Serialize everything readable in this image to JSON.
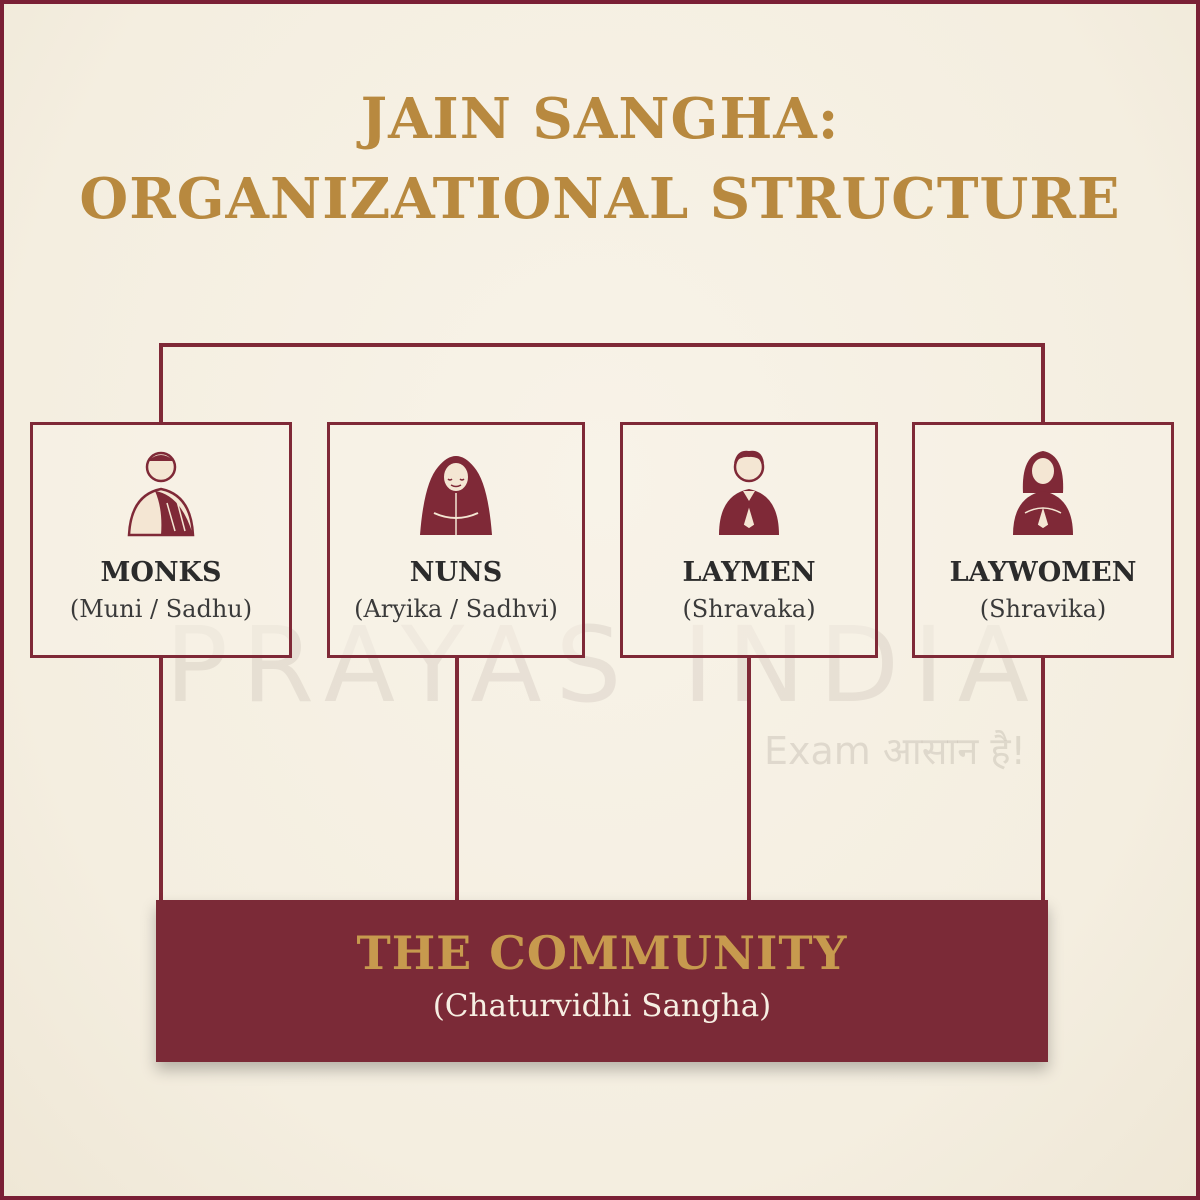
{
  "title": {
    "line1": "JAIN SANGHA:",
    "line2": "ORGANIZATIONAL STRUCTURE"
  },
  "members": [
    {
      "name": "MONKS",
      "sub": "(Muni / Sadhu)",
      "icon": "monk-icon"
    },
    {
      "name": "NUNS",
      "sub": "(Aryika / Sadhvi)",
      "icon": "nun-icon"
    },
    {
      "name": "LAYMEN",
      "sub": "(Shravaka)",
      "icon": "layman-icon"
    },
    {
      "name": "LAYWOMEN",
      "sub": "(Shravika)",
      "icon": "laywoman-icon"
    }
  ],
  "community": {
    "title": "THE COMMUNITY",
    "sub": "(Chaturvidhi Sangha)"
  },
  "watermark": {
    "brand": "PRAYAS INDIA",
    "tagline": "Exam आसान है!"
  },
  "colors": {
    "maroon": "#7b2a37",
    "gold": "#b8893f",
    "background": "#f6f0e3"
  }
}
